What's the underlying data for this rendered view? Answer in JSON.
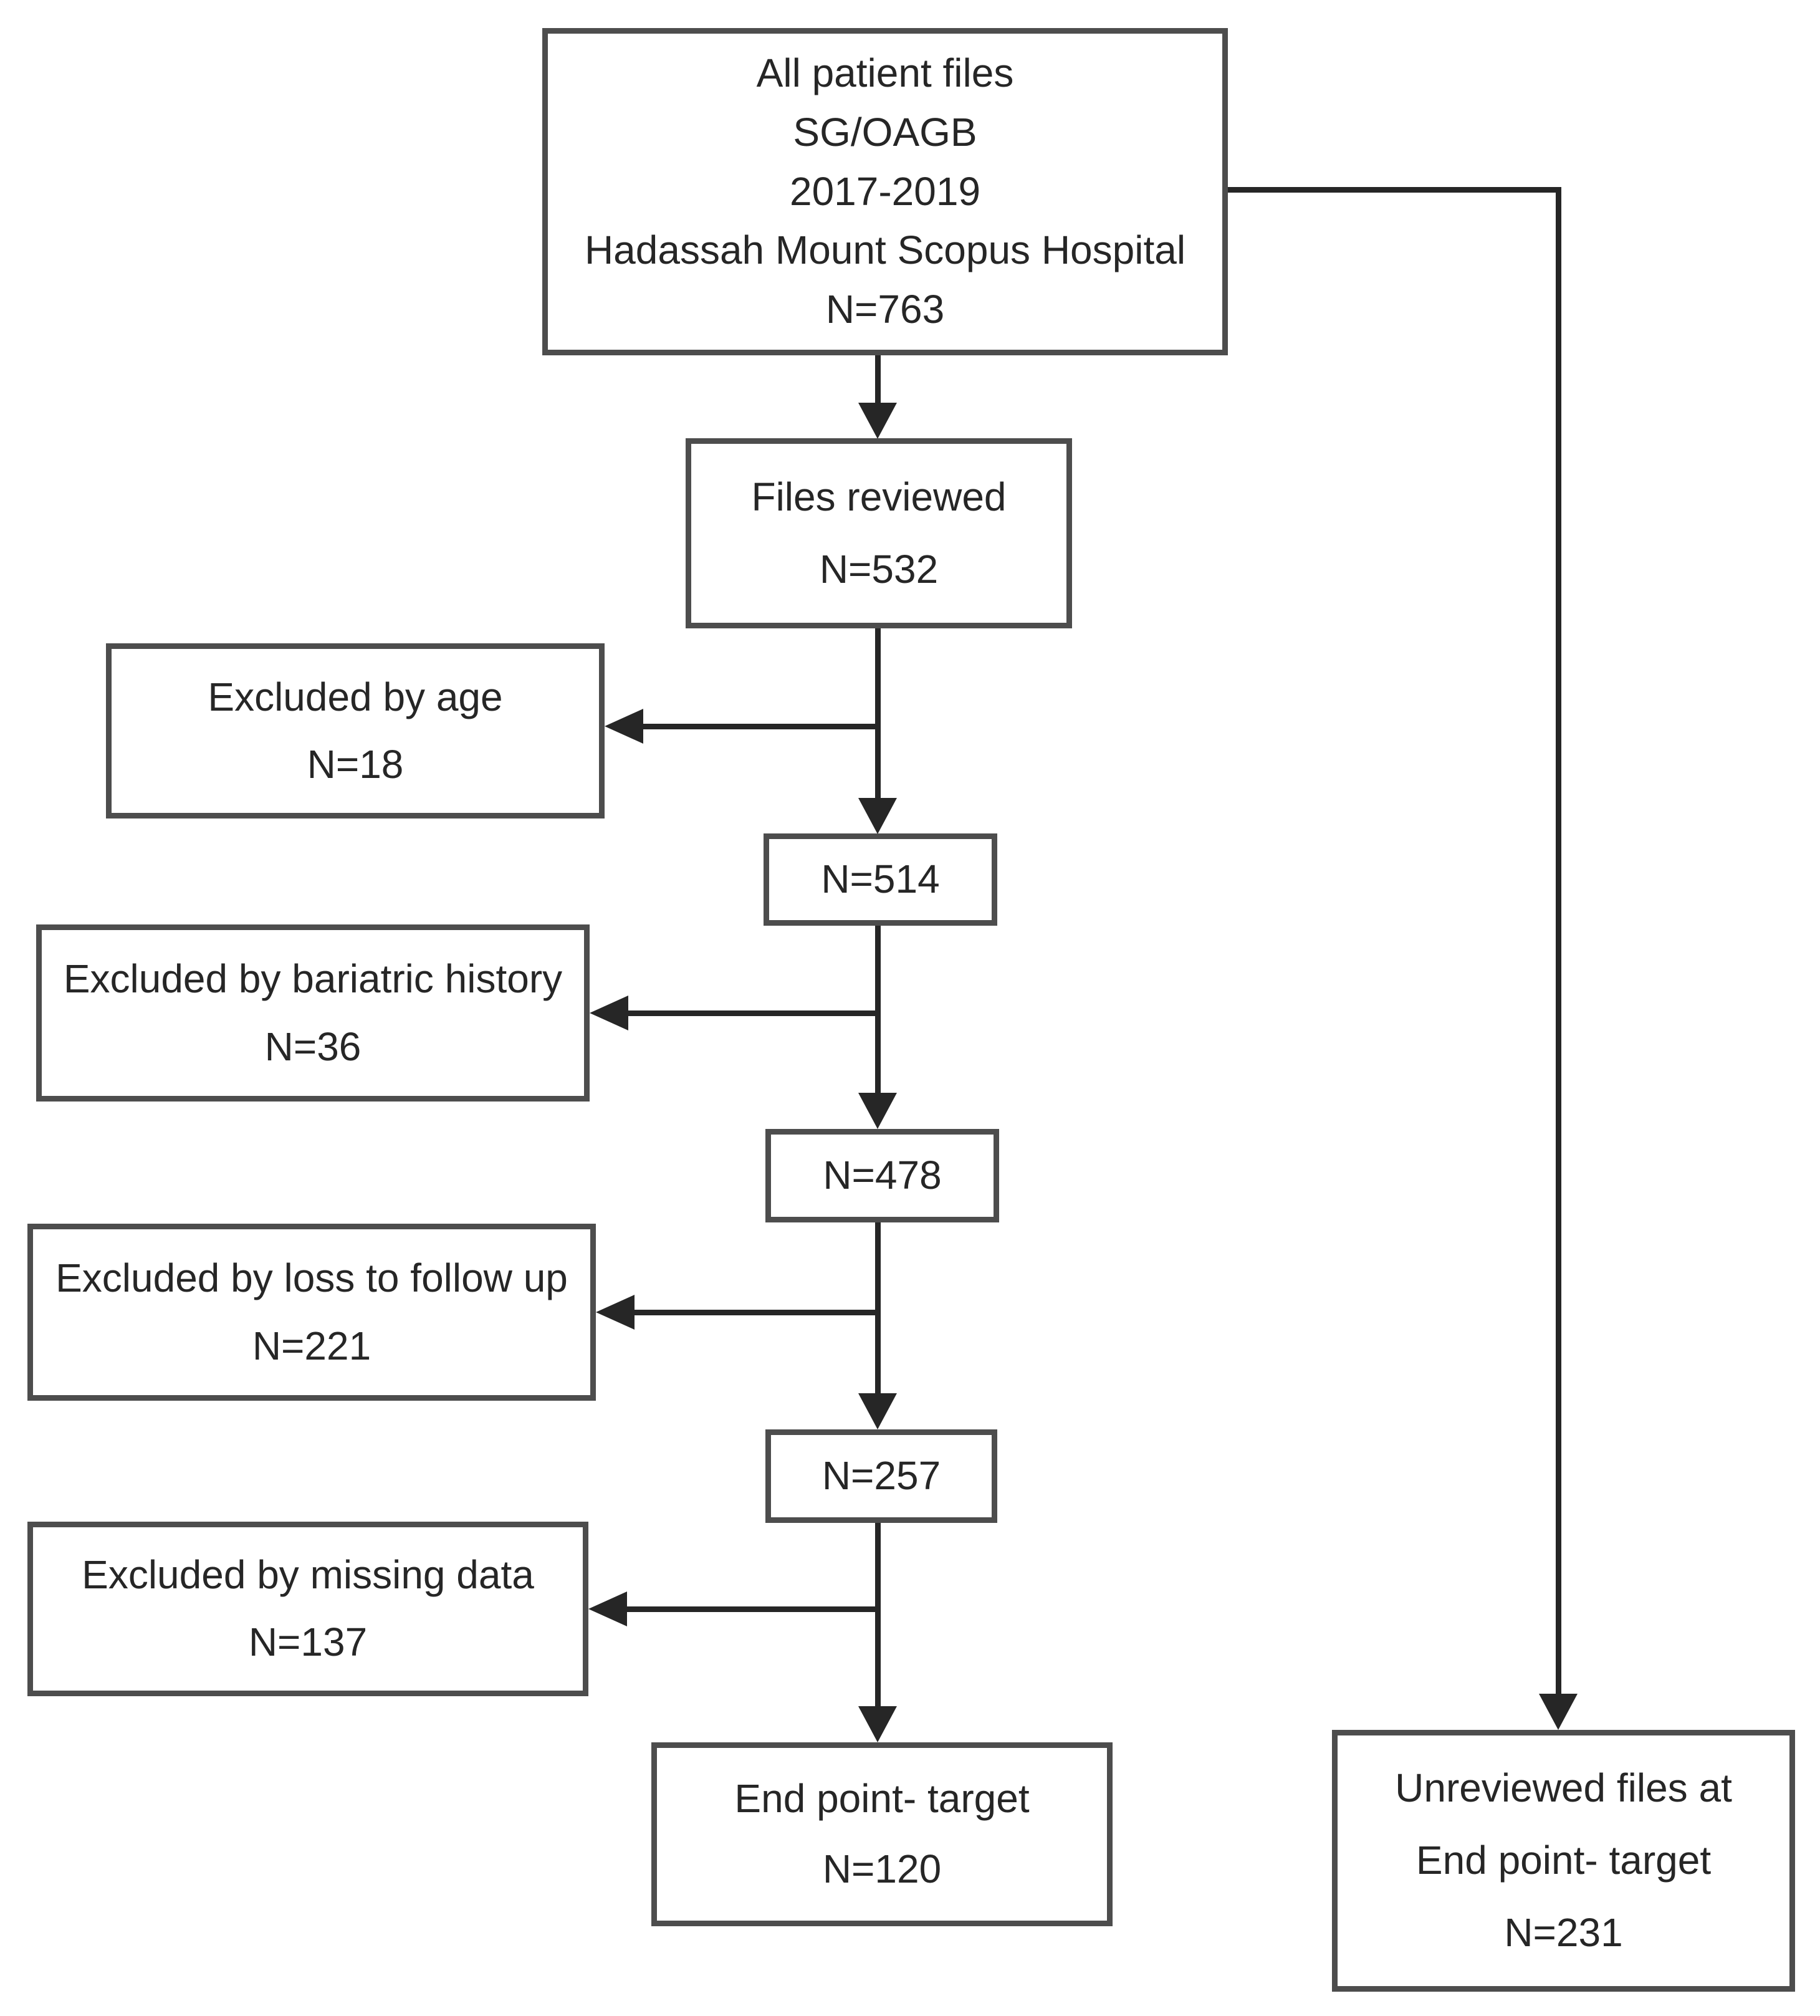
{
  "colors": {
    "background": "#ffffff",
    "box_border": "#4d4d4d",
    "connector": "#262626",
    "text": "#262626"
  },
  "boxes": {
    "source": {
      "lines": [
        "All patient files",
        "SG/OAGB",
        "2017-2019",
        "Hadassah Mount Scopus Hospital",
        "N=763"
      ]
    },
    "reviewed": {
      "lines": [
        "Files reviewed",
        "N=532"
      ]
    },
    "excluded_age": {
      "lines": [
        "Excluded by age",
        "N=18"
      ]
    },
    "n514": {
      "lines": [
        "N=514"
      ]
    },
    "excluded_bariatric": {
      "lines": [
        "Excluded by bariatric history",
        "N=36"
      ]
    },
    "n478": {
      "lines": [
        "N=478"
      ]
    },
    "excluded_followup": {
      "lines": [
        "Excluded by loss to follow up",
        "N=221"
      ]
    },
    "n257": {
      "lines": [
        "N=257"
      ]
    },
    "excluded_missing": {
      "lines": [
        "Excluded by missing data",
        "N=137"
      ]
    },
    "endpoint": {
      "lines": [
        "End point- target",
        "N=120"
      ]
    },
    "unreviewed": {
      "lines": [
        "Unreviewed files at",
        "End point- target",
        "N=231"
      ]
    }
  }
}
